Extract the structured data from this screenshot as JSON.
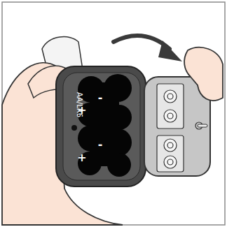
{
  "diagram": {
    "labels": [
      "AA/LR6",
      "-",
      "+",
      "-",
      "+"
    ]
  }
}
